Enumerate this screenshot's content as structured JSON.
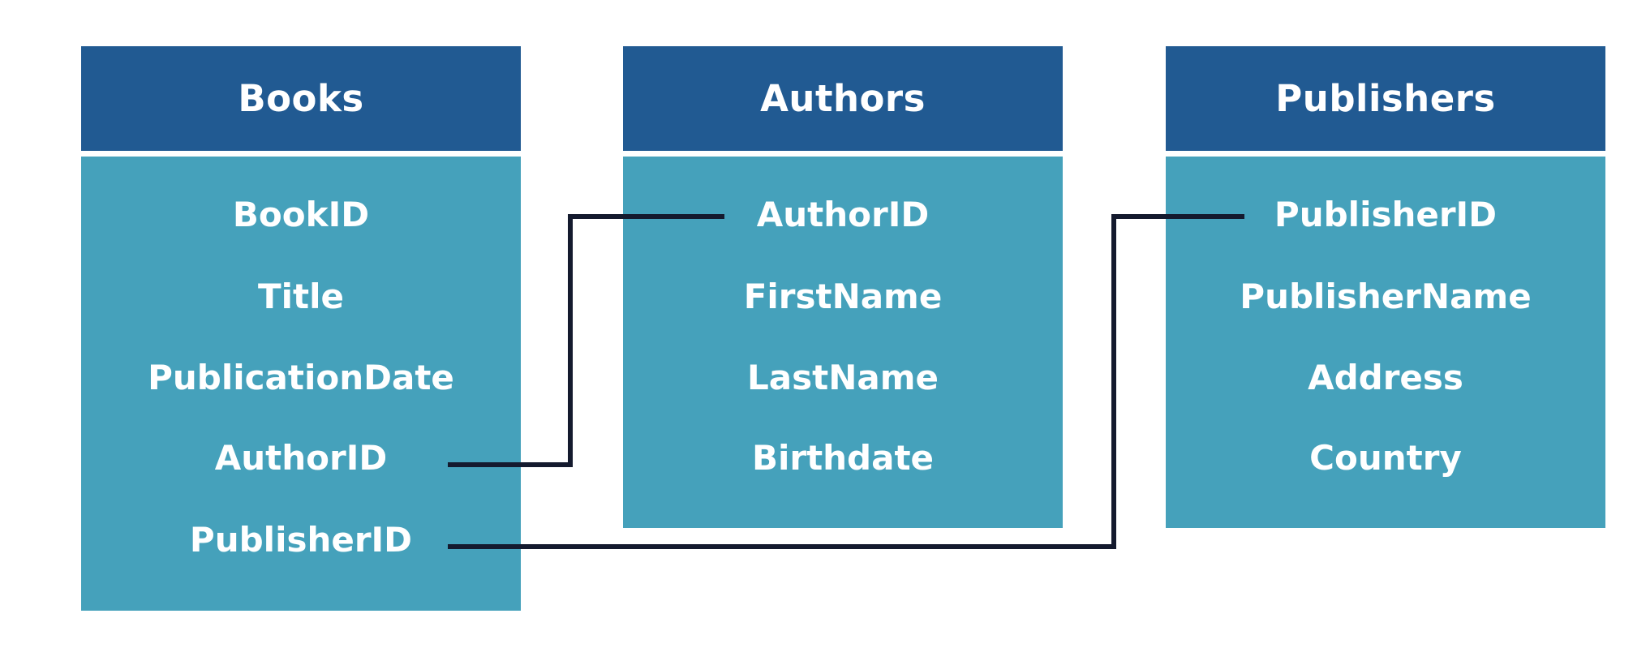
{
  "colors": {
    "header": "#215a92",
    "body": "#45a1bb",
    "connector": "#141a2e",
    "text": "#ffffff"
  },
  "tables": [
    {
      "name": "Books",
      "fields": [
        "BookID",
        "Title",
        "PublicationDate",
        "AuthorID",
        "PublisherID"
      ]
    },
    {
      "name": "Authors",
      "fields": [
        "AuthorID",
        "FirstName",
        "LastName",
        "Birthdate"
      ]
    },
    {
      "name": "Publishers",
      "fields": [
        "PublisherID",
        "PublisherName",
        "Address",
        "Country"
      ]
    }
  ],
  "relationships": [
    {
      "from": "Books.AuthorID",
      "to": "Authors.AuthorID"
    },
    {
      "from": "Books.PublisherID",
      "to": "Publishers.PublisherID"
    }
  ]
}
